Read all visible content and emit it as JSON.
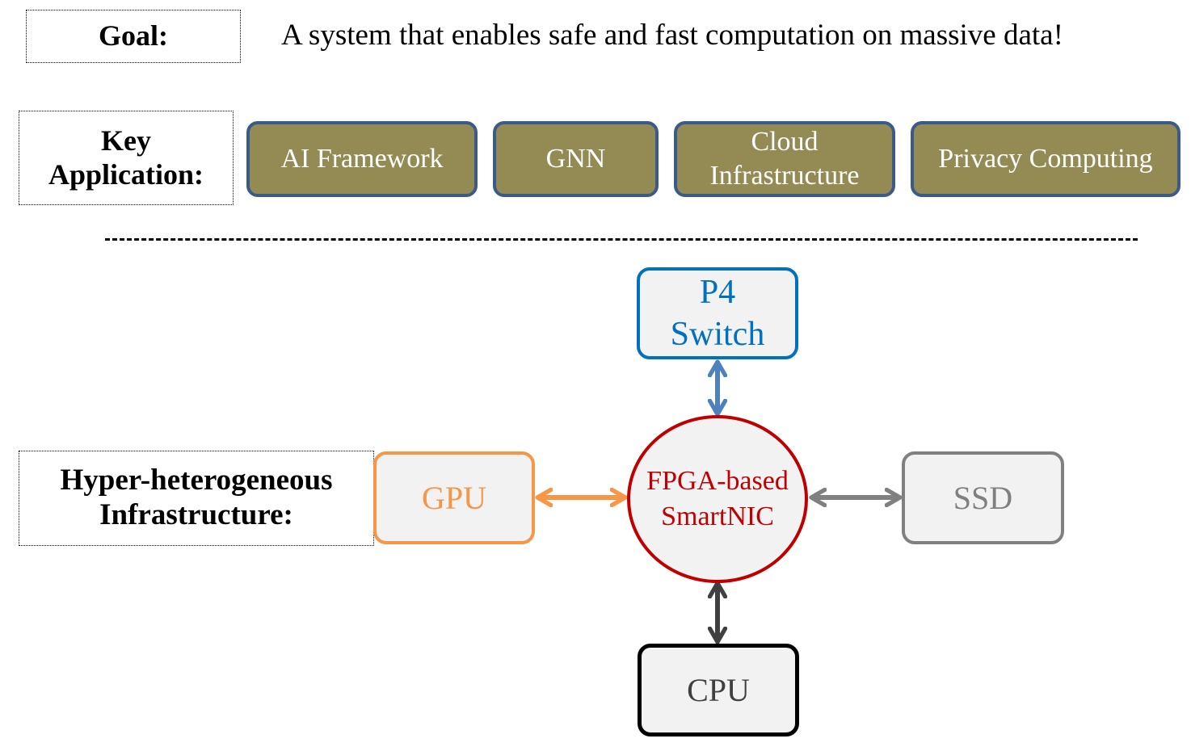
{
  "goal": {
    "label": "Goal:",
    "text": "A system that enables safe and fast computation on massive data!"
  },
  "key_application": {
    "label_line1": "Key",
    "label_line2": "Application:",
    "items": [
      {
        "line1": "AI Framework"
      },
      {
        "line1": "GNN"
      },
      {
        "line1": "Cloud",
        "line2": "Infrastructure"
      },
      {
        "line1": "Privacy Computing"
      }
    ]
  },
  "infrastructure": {
    "label_line1": "Hyper-heterogeneous",
    "label_line2": "Infrastructure:",
    "nodes": {
      "p4_switch": {
        "line1": "P4",
        "line2": "Switch",
        "color": "#0070c0"
      },
      "smartnic": {
        "line1": "FPGA-based",
        "line2": "SmartNIC",
        "color": "#c00000"
      },
      "gpu": {
        "line1": "GPU",
        "color": "#f79646"
      },
      "ssd": {
        "line1": "SSD",
        "color": "#808080"
      },
      "cpu": {
        "line1": "CPU",
        "color": "#404040"
      }
    },
    "connections": [
      {
        "from": "smartnic",
        "to": "p4_switch",
        "color": "#4f81bd"
      },
      {
        "from": "smartnic",
        "to": "gpu",
        "color": "#f79646"
      },
      {
        "from": "smartnic",
        "to": "ssd",
        "color": "#808080"
      },
      {
        "from": "smartnic",
        "to": "cpu",
        "color": "#404040"
      }
    ]
  }
}
